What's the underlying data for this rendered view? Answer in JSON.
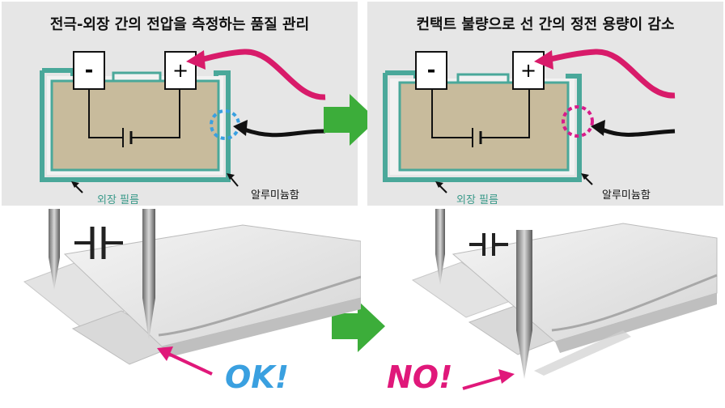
{
  "top_left": {
    "title": "전극-외장 간의 전압을 측정하는 품질 관리",
    "minus_label": "-",
    "plus_label": "+",
    "film_label": "외장 필름",
    "aluminum_label": "알루미늄함"
  },
  "top_right": {
    "title": "컨택트 불량으로 선 간의 정전 용량이 감소",
    "minus_label": "-",
    "plus_label": "+",
    "film_label": "외장 필름",
    "aluminum_label": "알루미늄함"
  },
  "bottom_left": {
    "result_label": "OK!"
  },
  "bottom_right": {
    "result_label": "NO!"
  },
  "colors": {
    "pouch_fill": "#c8bb9c",
    "film_outline": "#4aa89a",
    "arrow_magenta": "#d81b6a",
    "arrow_green": "#3cad3a",
    "ok_blue": "#3aa0e0",
    "no_magenta": "#e0187a",
    "dashed_blue": "#3aa0e0",
    "dashed_magenta": "#d81b8a"
  }
}
